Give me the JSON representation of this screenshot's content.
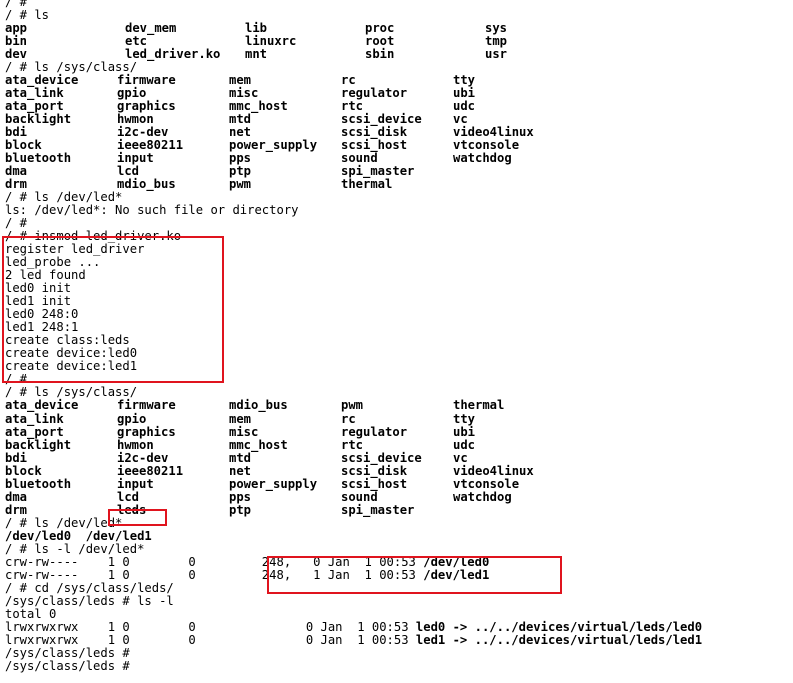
{
  "lines": [
    "/ #",
    "/ # ls",
    {
      "cols": [
        "app",
        "dev_mem",
        "lib",
        "proc",
        "sys"
      ]
    },
    {
      "cols": [
        "bin",
        "etc",
        "linuxrc",
        "root",
        "tmp"
      ]
    },
    {
      "cols": [
        "dev",
        "led_driver.ko",
        "mnt",
        "sbin",
        "usr"
      ]
    },
    "/ # ls /sys/class/",
    {
      "cols2": [
        "ata_device",
        "firmware",
        "mem",
        "rc",
        "tty"
      ]
    },
    {
      "cols2": [
        "ata_link",
        "gpio",
        "misc",
        "regulator",
        "ubi"
      ]
    },
    {
      "cols2": [
        "ata_port",
        "graphics",
        "mmc_host",
        "rtc",
        "udc"
      ]
    },
    {
      "cols2": [
        "backlight",
        "hwmon",
        "mtd",
        "scsi_device",
        "vc"
      ]
    },
    {
      "cols2": [
        "bdi",
        "i2c-dev",
        "net",
        "scsi_disk",
        "video4linux"
      ]
    },
    {
      "cols2": [
        "block",
        "ieee80211",
        "power_supply",
        "scsi_host",
        "vtconsole"
      ]
    },
    {
      "cols2": [
        "bluetooth",
        "input",
        "pps",
        "sound",
        "watchdog"
      ]
    },
    {
      "cols2": [
        "dma",
        "lcd",
        "ptp",
        "spi_master",
        ""
      ]
    },
    {
      "cols2": [
        "drm",
        "mdio_bus",
        "pwm",
        "thermal",
        ""
      ]
    },
    "/ # ls /dev/led*",
    "ls: /dev/led*: No such file or directory",
    "/ #",
    "/ # insmod led_driver.ko",
    "register led_driver",
    "led_probe ...",
    "2 led found",
    "led0 init",
    "led1 init",
    "led0 248:0",
    "led1 248:1",
    "create class:leds",
    "create device:led0",
    "create device:led1",
    "/ #",
    "/ # ls /sys/class/",
    {
      "cols2": [
        "ata_device",
        "firmware",
        "mdio_bus",
        "pwm",
        "thermal"
      ]
    },
    {
      "cols2": [
        "ata_link",
        "gpio",
        "mem",
        "rc",
        "tty"
      ]
    },
    {
      "cols2": [
        "ata_port",
        "graphics",
        "misc",
        "regulator",
        "ubi"
      ]
    },
    {
      "cols2": [
        "backlight",
        "hwmon",
        "mmc_host",
        "rtc",
        "udc"
      ]
    },
    {
      "cols2": [
        "bdi",
        "i2c-dev",
        "mtd",
        "scsi_device",
        "vc"
      ]
    },
    {
      "cols2": [
        "block",
        "ieee80211",
        "net",
        "scsi_disk",
        "video4linux"
      ]
    },
    {
      "cols2": [
        "bluetooth",
        "input",
        "power_supply",
        "scsi_host",
        "vtconsole"
      ]
    },
    {
      "cols2": [
        "dma",
        "lcd",
        "pps",
        "sound",
        "watchdog"
      ]
    },
    {
      "cols2": [
        "drm",
        "leds",
        "ptp",
        "spi_master",
        ""
      ]
    },
    "/ # ls /dev/led*",
    {
      "bold": "/dev/led0  /dev/led1"
    },
    "/ # ls -l /dev/led*",
    {
      "pre": "crw-rw----    1 0        0         248,   0 Jan  1 00:53 ",
      "bold": "/dev/led0"
    },
    {
      "pre": "crw-rw----    1 0        0         248,   1 Jan  1 00:53 ",
      "bold": "/dev/led1"
    },
    "/ # cd /sys/class/leds/",
    "/sys/class/leds # ls -l",
    "total 0",
    {
      "pre": "lrwxrwxrwx    1 0        0               0 Jan  1 00:53 ",
      "bold": "led0 -> ../../devices/virtual/leds/led0"
    },
    {
      "pre": "lrwxrwxrwx    1 0        0               0 Jan  1 00:53 ",
      "bold": "led1 -> ../../devices/virtual/leds/led1"
    },
    "/sys/class/leds #",
    "/sys/class/leds #"
  ],
  "highlight_colors": {
    "box": "#e0141e"
  }
}
